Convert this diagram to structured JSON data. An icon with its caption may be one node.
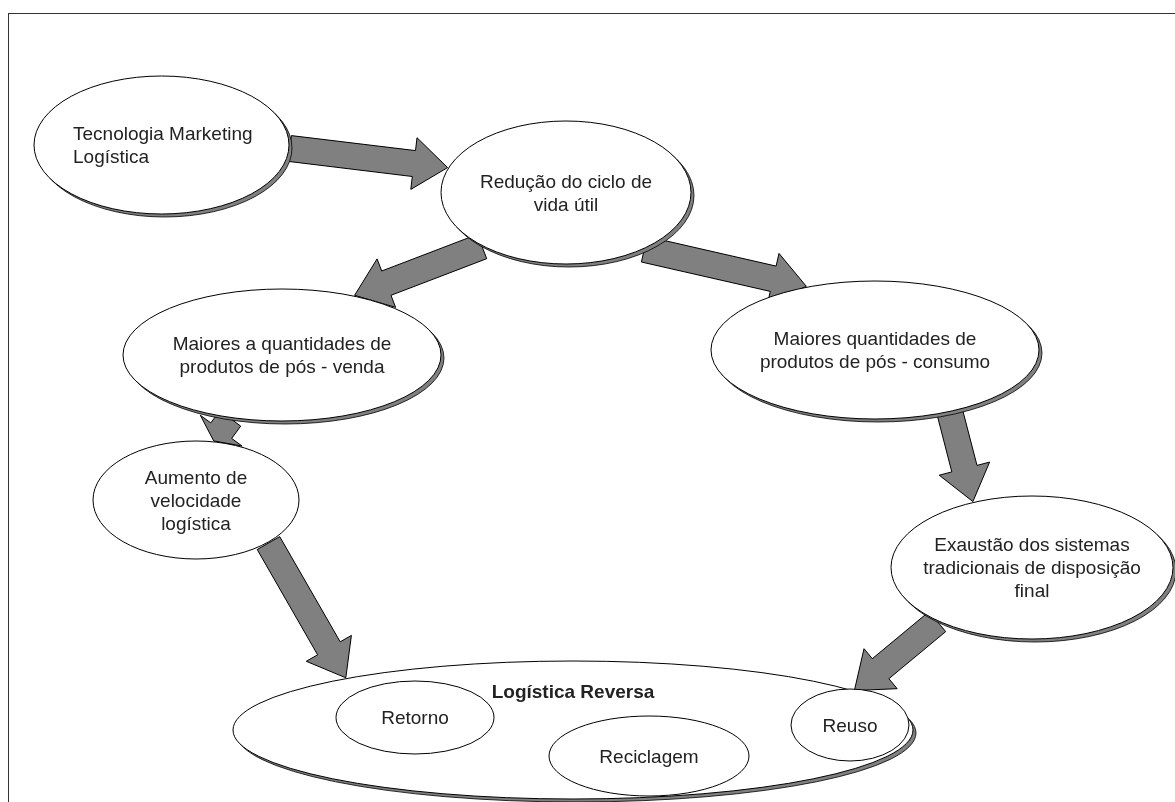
{
  "diagram": {
    "nodes": [
      {
        "text": [
          "Tecnologia Marketing Logística"
        ]
      },
      {
        "text": [
          "Redução do ciclo de vida útil"
        ]
      },
      {
        "text": [
          "Maiores a quantidades de produtos de pós - venda"
        ]
      },
      {
        "text": [
          "Maiores quantidades de produtos de pós - consumo"
        ]
      },
      {
        "text": [
          "Aumento de velocidade logística"
        ]
      },
      {
        "text": [
          "Exaustão dos sistemas tradicionais de disposição final"
        ]
      },
      {
        "text": [
          "Logística Reversa"
        ]
      },
      {
        "text": [
          "Retorno"
        ],
        "in": 6
      },
      {
        "text": [
          "Reciclagem"
        ],
        "in": 6
      },
      {
        "text": [
          "Reuso"
        ],
        "in": 6
      }
    ],
    "edges": [
      {
        "from": 0,
        "to": 1,
        "arrow": "to"
      },
      {
        "from": 1,
        "to": 2,
        "arrow": "to"
      },
      {
        "from": 1,
        "to": 3,
        "arrow": "to"
      },
      {
        "from": 2,
        "to": 4,
        "arrow": "to"
      },
      {
        "from": 3,
        "to": 5,
        "arrow": "to"
      },
      {
        "from": 4,
        "to": 6,
        "arrow": "to"
      },
      {
        "from": 5,
        "to": 6,
        "arrow": "to"
      }
    ]
  }
}
